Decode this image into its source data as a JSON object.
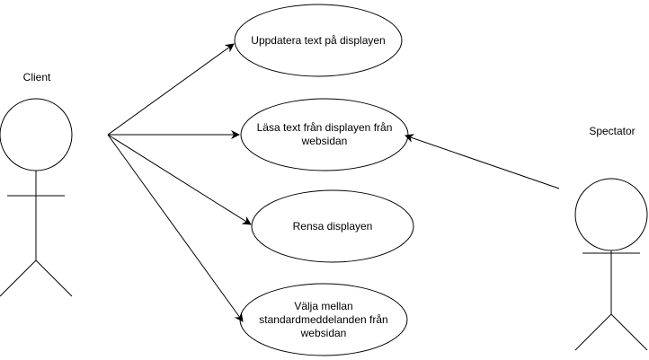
{
  "actors": {
    "client": {
      "name": "Client"
    },
    "spectator": {
      "name": "Spectator"
    }
  },
  "use_cases": [
    {
      "lines": [
        "Uppdatera text på displayen"
      ]
    },
    {
      "lines": [
        "Läsa text från displayen från",
        "websidan"
      ]
    },
    {
      "lines": [
        "Rensa displayen"
      ]
    },
    {
      "lines": [
        "Välja mellan",
        "standardmeddelanden från",
        "websidan"
      ]
    }
  ],
  "colors": {
    "stroke": "#000000",
    "fill": "#ffffff"
  }
}
